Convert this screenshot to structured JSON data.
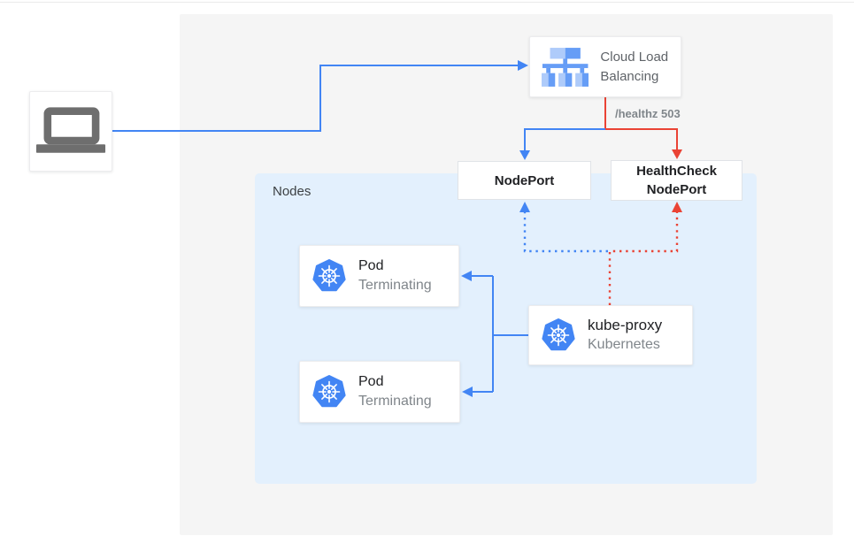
{
  "colors": {
    "blue": "#4285f4",
    "red": "#ea4335",
    "canvas_bg": "#f5f5f5",
    "nodes_panel_bg": "#e3f0fd",
    "text_dark": "#3c4043",
    "text_gray": "#80868b",
    "kubernetes_blue": "#4285f4",
    "lb_icon_light_blue": "#aecbfa",
    "lb_icon_medium_blue": "#669df6",
    "laptop_gray": "#6e6e6e"
  },
  "clb_card": {
    "label": "Cloud Load Balancing"
  },
  "healthz_label": "/healthz 503",
  "nodeport_card": {
    "label": "NodePort"
  },
  "healthcheck_card": {
    "label": "HealthCheck NodePort"
  },
  "nodes_panel": {
    "label": "Nodes"
  },
  "pod_cards": [
    {
      "title": "Pod",
      "subtitle": "Terminating"
    },
    {
      "title": "Pod",
      "subtitle": "Terminating"
    }
  ],
  "kubeproxy_card": {
    "title": "kube-proxy",
    "subtitle": "Kubernetes"
  },
  "icons": {
    "laptop": "laptop-icon",
    "load_balancer": "load-balancer-icon",
    "kubernetes": "kubernetes-icon"
  }
}
